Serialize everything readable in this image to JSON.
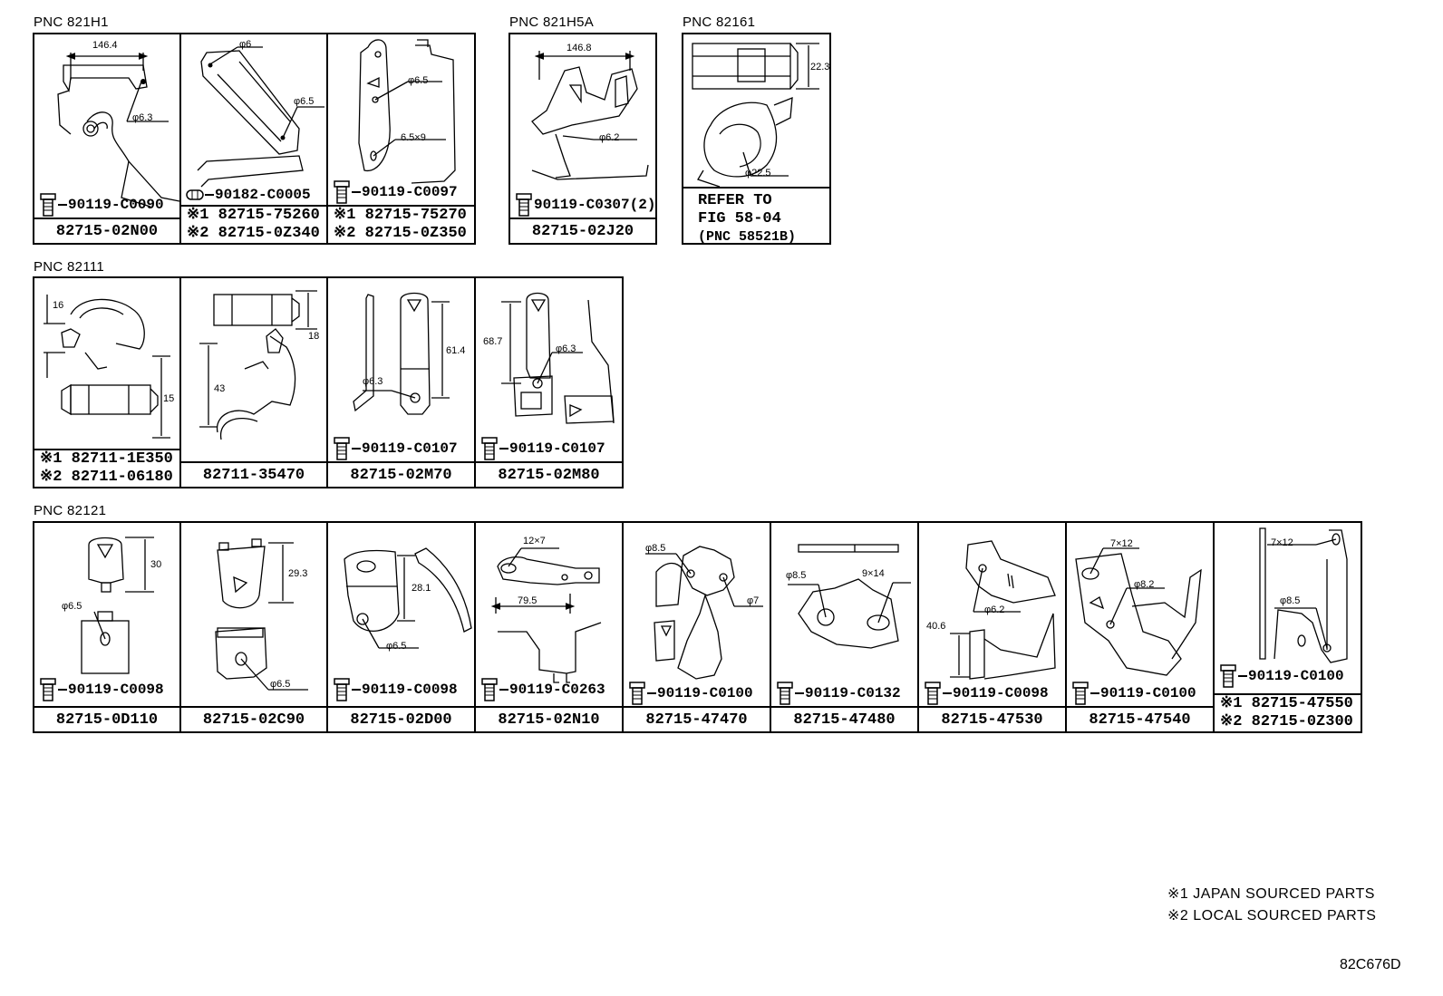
{
  "sections": {
    "pnc_821h1": "PNC 821H1",
    "pnc_821h5a": "PNC 821H5A",
    "pnc_82161": "PNC 82161",
    "pnc_82111": "PNC 82111",
    "pnc_82121": "PNC 82121"
  },
  "row1": [
    {
      "bolt": "90119-C0090",
      "part": "82715-02N00",
      "dims": [
        "146.4",
        "φ6.3"
      ]
    },
    {
      "bolt": "90182-C0005",
      "part1": "※1 82715-75260",
      "part2": "※2 82715-0Z340",
      "dims": [
        "φ6",
        "φ6.5"
      ]
    },
    {
      "bolt": "90119-C0097",
      "part1": "※1 82715-75270",
      "part2": "※2 82715-0Z350",
      "dims": [
        "φ6.5",
        "6.5×9"
      ]
    },
    {
      "bolt": "90119-C0307(2)",
      "part": "82715-02J20",
      "dims": [
        "146.8",
        "φ6.2"
      ]
    },
    {
      "refer_line1": "REFER TO",
      "refer_line2": "FIG 58-04",
      "refer_line3": "(PNC 58521B)",
      "dims": [
        "22.3",
        "φ22.5"
      ]
    }
  ],
  "row2": [
    {
      "part1": "※1 82711-1E350",
      "part2": "※2 82711-06180",
      "dims": [
        "16",
        "15"
      ]
    },
    {
      "part": "82711-35470",
      "dims": [
        "18",
        "43"
      ]
    },
    {
      "bolt": "90119-C0107",
      "part": "82715-02M70",
      "dims": [
        "61.4",
        "φ6.3"
      ]
    },
    {
      "bolt": "90119-C0107",
      "part": "82715-02M80",
      "dims": [
        "68.7",
        "φ6.3"
      ]
    }
  ],
  "row3": [
    {
      "bolt": "90119-C0098",
      "part": "82715-0D110",
      "dims": [
        "30",
        "φ6.5"
      ]
    },
    {
      "part": "82715-02C90",
      "dims": [
        "29.3",
        "φ6.5"
      ]
    },
    {
      "bolt": "90119-C0098",
      "part": "82715-02D00",
      "dims": [
        "28.1",
        "φ6.5"
      ]
    },
    {
      "bolt": "90119-C0263",
      "part": "82715-02N10",
      "dims": [
        "12×7",
        "79.5"
      ]
    },
    {
      "bolt": "90119-C0100",
      "part": "82715-47470",
      "dims": [
        "φ8.5",
        "φ7"
      ]
    },
    {
      "bolt": "90119-C0132",
      "part": "82715-47480",
      "dims": [
        "φ8.5",
        "9×14"
      ]
    },
    {
      "bolt": "90119-C0098",
      "part": "82715-47530",
      "dims": [
        "φ6.2",
        "40.6"
      ]
    },
    {
      "bolt": "90119-C0100",
      "part": "82715-47540",
      "dims": [
        "7×12",
        "φ8.2"
      ]
    },
    {
      "bolt": "90119-C0100",
      "part1": "※1 82715-47550",
      "part2": "※2 82715-0Z300",
      "dims": [
        "7×12",
        "φ8.5"
      ]
    }
  ],
  "legend": {
    "line1": "※1 JAPAN SOURCED PARTS",
    "line2": "※2 LOCAL SOURCED PARTS"
  },
  "figure_code": "82C676D"
}
